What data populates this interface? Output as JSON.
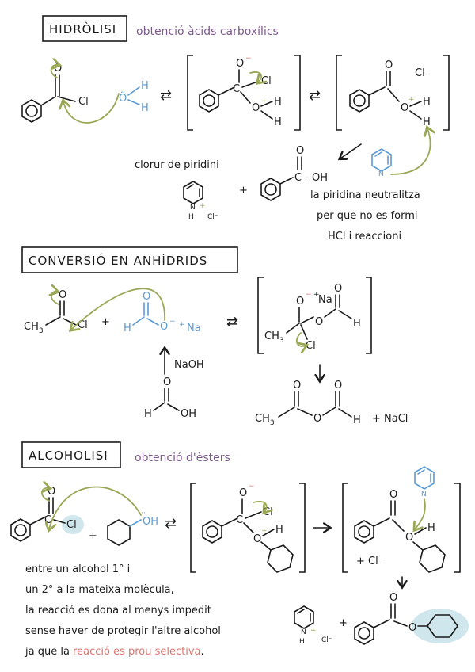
{
  "colors": {
    "ink": "#1a1a1a",
    "purple": "#7d5a8c",
    "blue": "#5b9bd5",
    "green": "#9aa855",
    "red": "#d9756e",
    "highlight": "#cfe6ec"
  },
  "hydrolysis": {
    "heading": "HIDRÒLISI",
    "subtitle": "obtenció àcids carboxílics",
    "byproduct_label": "clorur de piridini",
    "note_lines": [
      "la piridina neutralitza",
      "per que no es formi",
      "HCl i reaccioni"
    ]
  },
  "anhydride": {
    "heading": "CONVERSIÓ EN ANHÍDRIDS",
    "reagent": "NaOH"
  },
  "alcoholysis": {
    "heading": "ALCOHOLISI",
    "subtitle": "obtenció d'èsters",
    "note_lines": [
      "entre un alcohol 1° i",
      "un 2° a la mateixa molècula,",
      "la reacció es dona al menys impedit",
      "sense haver de protegir l'altre alcohol"
    ],
    "note_last_prefix": "ja que la ",
    "note_last_highlight": "reacció es prou selectiva",
    "note_last_suffix": "."
  },
  "atoms": {
    "O": "O",
    "Cl": "Cl",
    "H": "H",
    "N": "N",
    "OH": "OH",
    "C_OH": "C - OH",
    "Na": "Na",
    "CH3": "CH",
    "three": "3",
    "NaCl": "+ NaCl",
    "plus": "+",
    "plus_charge": "+",
    "minus_charge": "−",
    "Cl_minus": "Cl⁻",
    "plus_Cl_minus": "+ Cl⁻",
    "O_lone": "Ö",
    "C_dot": "C",
    "lone_pair": "··"
  }
}
